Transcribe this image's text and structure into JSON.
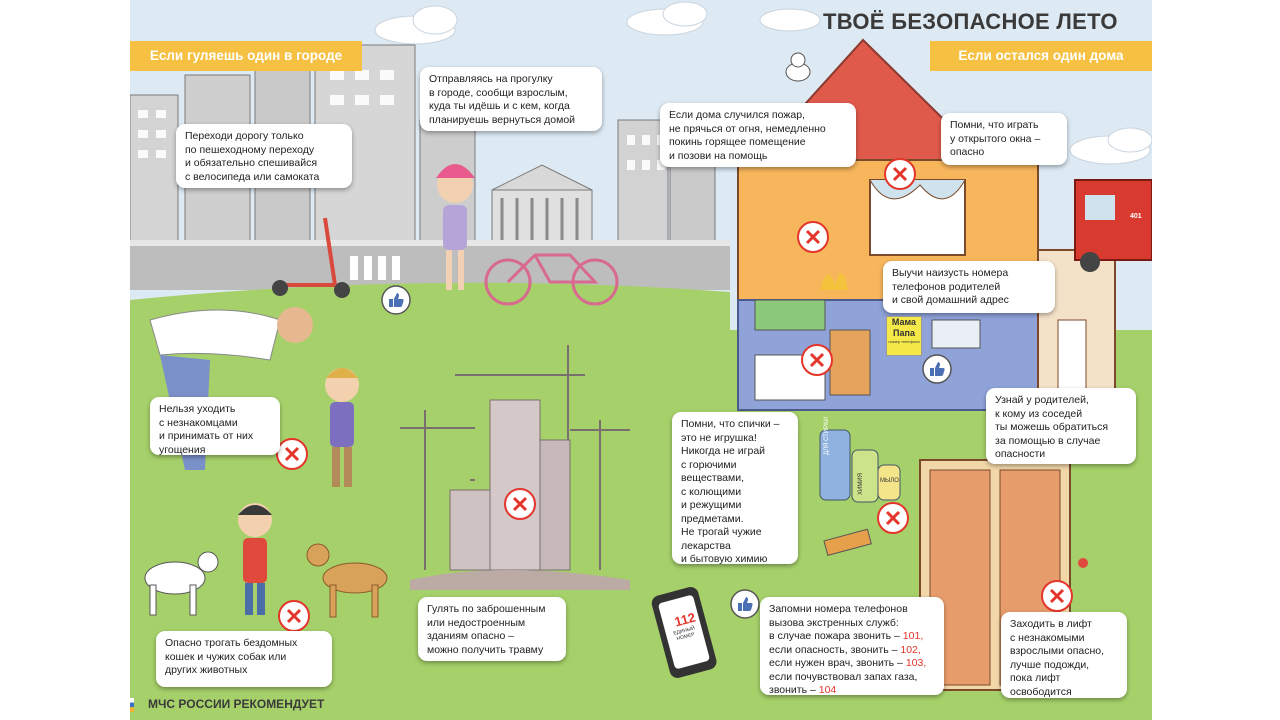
{
  "title": "ТВОЁ БЕЗОПАСНОЕ ЛЕТО",
  "footer": "МЧС РОССИИ РЕКОМЕНДУЕТ",
  "sections": {
    "city": "Если гуляешь один в городе",
    "home": "Если остался один дома"
  },
  "tips": {
    "crossing": "Переходи дорогу только\nпо пешеходному переходу\nи обязательно спешивайся\nс велосипеда или самоката",
    "walk_tell": "Отправляясь на прогулку\nв городе, сообщи взрослым,\nкуда ты идёшь и с кем, когда\nпланируешь вернуться домой",
    "strangers": "Нельзя уходить\nс незнакомцами\nи принимать от них\nугощения",
    "animals": "Опасно трогать бездомных\nкошек  и чужих собак или\nдругих животных",
    "construction": "Гулять по заброшенным\nили недостроенным\nзданиям  опасно –\nможно получить травму",
    "fire": "Если дома случился пожар,\nне прячься от огня, немедленно\nпокинь горящее помещение\nи позови на помощь",
    "window": "Помни, что играть\nу открытого окна –\nопасно",
    "memorize": "Выучи наизусть номера\nтелефонов родителей\nи свой домашний адрес",
    "matches": "Помни, что спички –\nэто не игрушка!\nНикогда не играй\nс горючими\nвеществами,\nс колющими\nи режущими\nпредметами.\nНе трогай чужие\nлекарства\nи бытовую химию",
    "neighbors": "Узнай у родителей,\nк кому из соседей\nты можешь обратиться\nза помощью в случае\nопасности",
    "elevator": "Заходить в лифт\nс незнакомыми\nвзрослыми опасно,\nлучше подожди,\nпока лифт\nосвободится"
  },
  "emergency": {
    "lines": [
      {
        "text": "Запомни номера  телефонов",
        "num": ""
      },
      {
        "text": "вызова экстренных служб:",
        "num": ""
      },
      {
        "text": "в случае пожара звонить  – ",
        "num": "101,"
      },
      {
        "text": "если опасность, звонить   – ",
        "num": "102,"
      },
      {
        "text": "если нужен врач, звонить – ",
        "num": "103,"
      },
      {
        "text": "если почувствовал запах газа,",
        "num": ""
      },
      {
        "text": "звонить – ",
        "num": "104"
      }
    ]
  },
  "phone": {
    "number": "112",
    "caption": "ЕДИНЫЙ НОМЕР"
  },
  "note": {
    "mama": "Мама",
    "papa": "Папа",
    "small": "номер телефона"
  },
  "bottles": {
    "b1": "ДЛЯ СТИРКИ",
    "b2": "ХИМИЯ",
    "b3": "МЫЛО"
  },
  "truck_number": "401",
  "colors": {
    "header": "#f6c043",
    "accent_red": "#e4352b",
    "grass": "#a6d16a",
    "sky": "#dde9f3",
    "house_wall": "#f7b55c",
    "roof": "#e05a4c"
  }
}
